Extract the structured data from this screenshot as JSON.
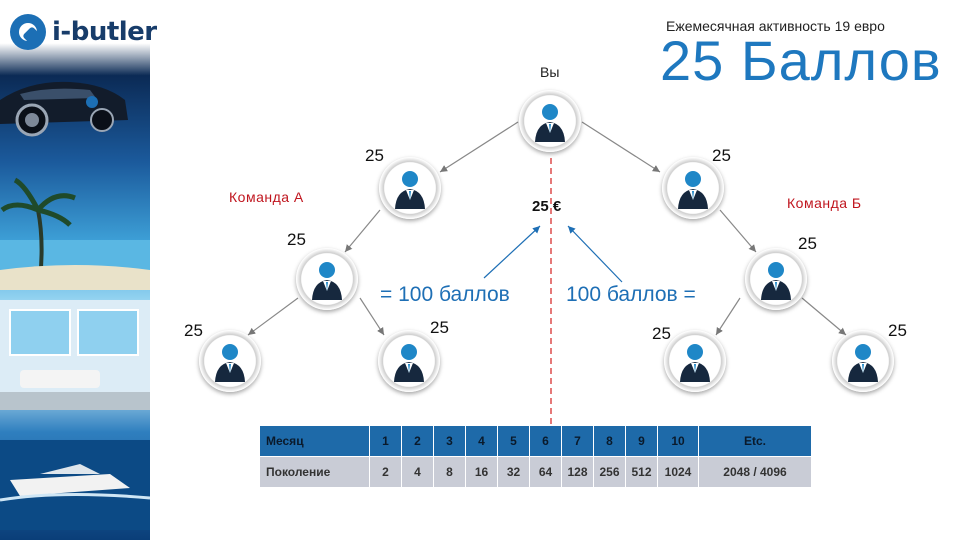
{
  "brand": {
    "name": "i-butler"
  },
  "header": {
    "subtitle": "Ежемесячная активность 19 евро",
    "title": "25 Баллов"
  },
  "tree": {
    "you_label": "Вы",
    "team_a": "Команда А",
    "team_b": "Команда Б",
    "score": "25",
    "euro": "25 €",
    "left_points": "= 100 баллов",
    "right_points": "100 баллов ="
  },
  "table": {
    "rows": [
      {
        "label": "Месяц",
        "values": [
          "1",
          "2",
          "3",
          "4",
          "5",
          "6",
          "7",
          "8",
          "9",
          "10",
          "Etc."
        ]
      },
      {
        "label": "Поколение",
        "values": [
          "2",
          "4",
          "8",
          "16",
          "32",
          "64",
          "128",
          "256",
          "512",
          "1024",
          "2048 / 4096"
        ]
      }
    ]
  },
  "colors": {
    "accent": "#1e78bf",
    "team": "#c0161f",
    "divider": "#d42020",
    "table_head": "#1e6aa9",
    "table_row": "#c9ccd6"
  },
  "icons": [
    "person-icon",
    "logo-icon"
  ]
}
